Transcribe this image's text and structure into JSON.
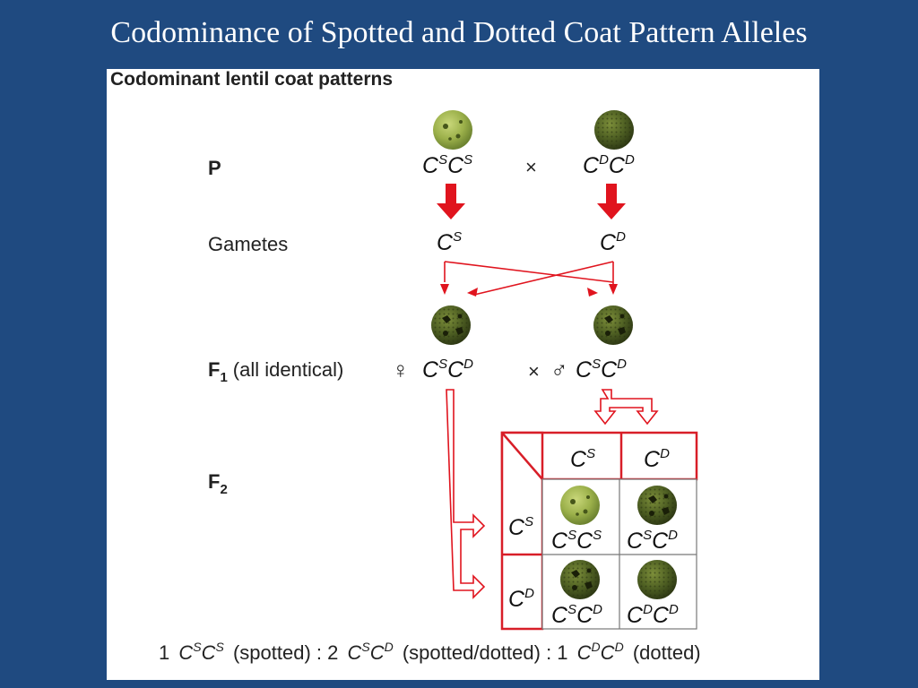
{
  "slide": {
    "title": "Codominance of Spotted and Dotted Coat Pattern Alleles"
  },
  "figure": {
    "title": "Codominant lentil coat patterns",
    "rows": {
      "p": "P",
      "gametes": "Gametes",
      "f1": "F",
      "f1_sub": "1",
      "f1_note": "(all identical)",
      "f2": "F",
      "f2_sub": "2"
    },
    "cross_symbol": "×",
    "female_symbol": "♀",
    "male_symbol": "♂",
    "alleles": {
      "base": "C",
      "spotted": "S",
      "dotted": "D"
    },
    "ratio": {
      "n1": "1",
      "desc1": "(spotted) : 2",
      "desc2": "(spotted/dotted) : 1",
      "desc3": "(dotted)"
    },
    "colors": {
      "arrow": "#e0141e",
      "grid": "#d81e28",
      "seed_spotted": "#9bb04a",
      "seed_dotted": "#4d5e22"
    }
  }
}
